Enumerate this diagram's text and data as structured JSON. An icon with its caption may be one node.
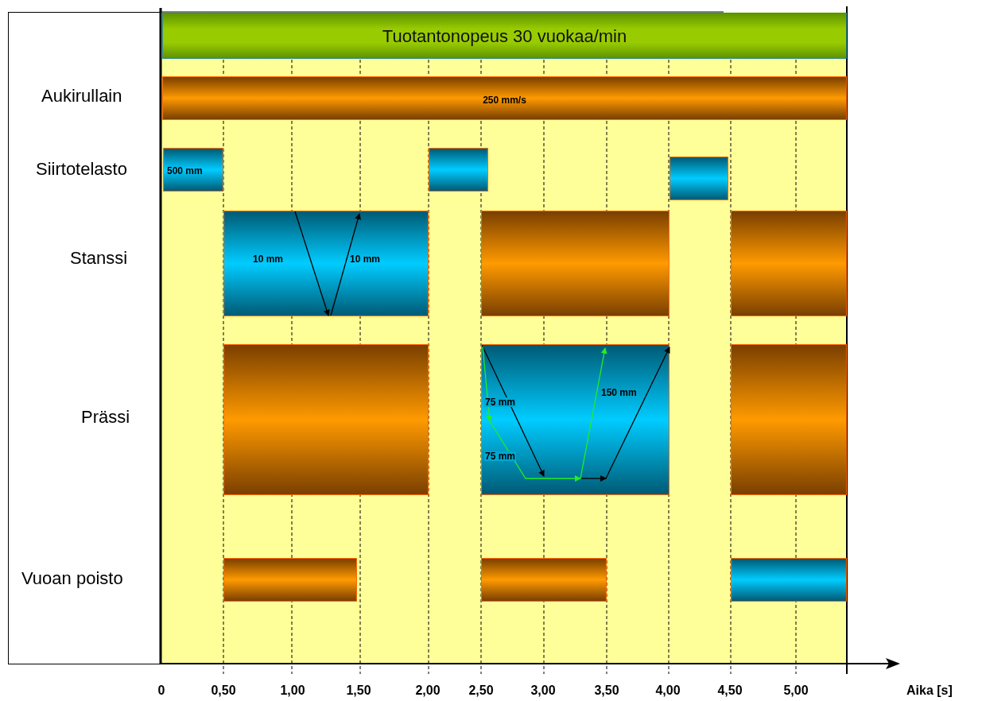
{
  "diagram": {
    "nodes": [
      {
        "text": [
          "Tuotantonopeus 30 vuokaa/min"
        ]
      },
      {
        "text": [
          "250 mm/s"
        ]
      },
      {
        "text": [
          "500 mm"
        ]
      },
      {
        "text": [],
        "shape": "bar"
      },
      {
        "text": [],
        "shape": "bar"
      },
      {
        "text": [
          "10 mm",
          "10 mm"
        ]
      },
      {
        "text": [],
        "shape": "bar"
      },
      {
        "text": [],
        "shape": "bar"
      },
      {
        "text": [],
        "shape": "bar"
      },
      {
        "text": [
          "75 mm",
          "75 mm",
          "150 mm"
        ]
      },
      {
        "text": [],
        "shape": "bar"
      },
      {
        "text": [],
        "shape": "bar"
      },
      {
        "text": [],
        "shape": "bar"
      },
      {
        "text": [],
        "shape": "bar"
      }
    ],
    "labels": [
      "Aukirullain",
      "Siirtotelasto",
      "Stanssi",
      "Prässi",
      "Vuoan poisto",
      "0",
      "0,50",
      "1,00",
      "1,50",
      "2,00",
      "2,50",
      "3,00",
      "3,50",
      "4,00",
      "4,50",
      "5,00",
      "Aika [s]"
    ]
  }
}
